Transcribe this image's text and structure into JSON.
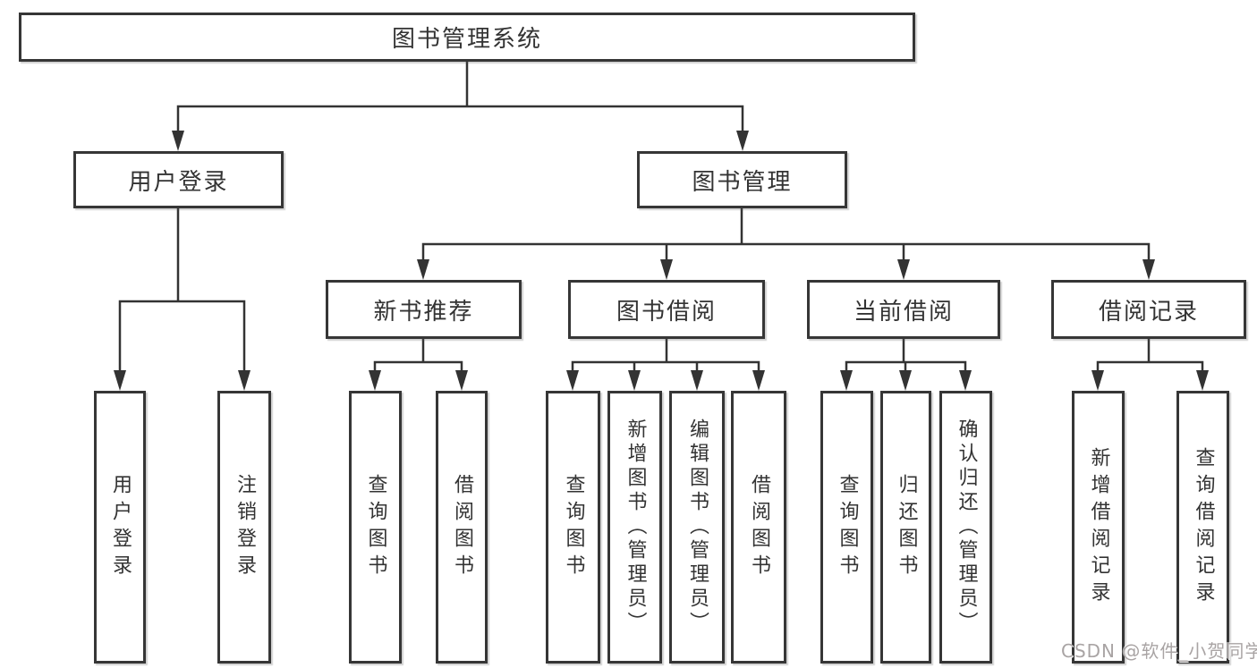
{
  "tree": {
    "root": {
      "label": "图书管理系统"
    },
    "login_branch": {
      "label": "用户登录",
      "children": [
        {
          "label": "用户登录"
        },
        {
          "label": "注销登录"
        }
      ]
    },
    "manage_branch": {
      "label": "图书管理",
      "children": [
        {
          "label": "新书推荐",
          "children": [
            {
              "label": "查询图书"
            },
            {
              "label": "借阅图书"
            }
          ]
        },
        {
          "label": "图书借阅",
          "children": [
            {
              "label": "查询图书"
            },
            {
              "label": "新增图书（管理员）"
            },
            {
              "label": "编辑图书（管理员）"
            },
            {
              "label": "借阅图书"
            }
          ]
        },
        {
          "label": "当前借阅",
          "children": [
            {
              "label": "查询图书"
            },
            {
              "label": "归还图书"
            },
            {
              "label": "确认归还（管理员）"
            }
          ]
        },
        {
          "label": "借阅记录",
          "children": [
            {
              "label": "新增借阅记录"
            },
            {
              "label": "查询借阅记录"
            }
          ]
        }
      ]
    }
  },
  "watermark": {
    "text": "CSDN @软件_小贺同学"
  },
  "colors": {
    "line": "#333333",
    "box_border": "#363636",
    "box_background": "#ffffff",
    "text": "#333333",
    "watermark": "#a9a4a4"
  }
}
